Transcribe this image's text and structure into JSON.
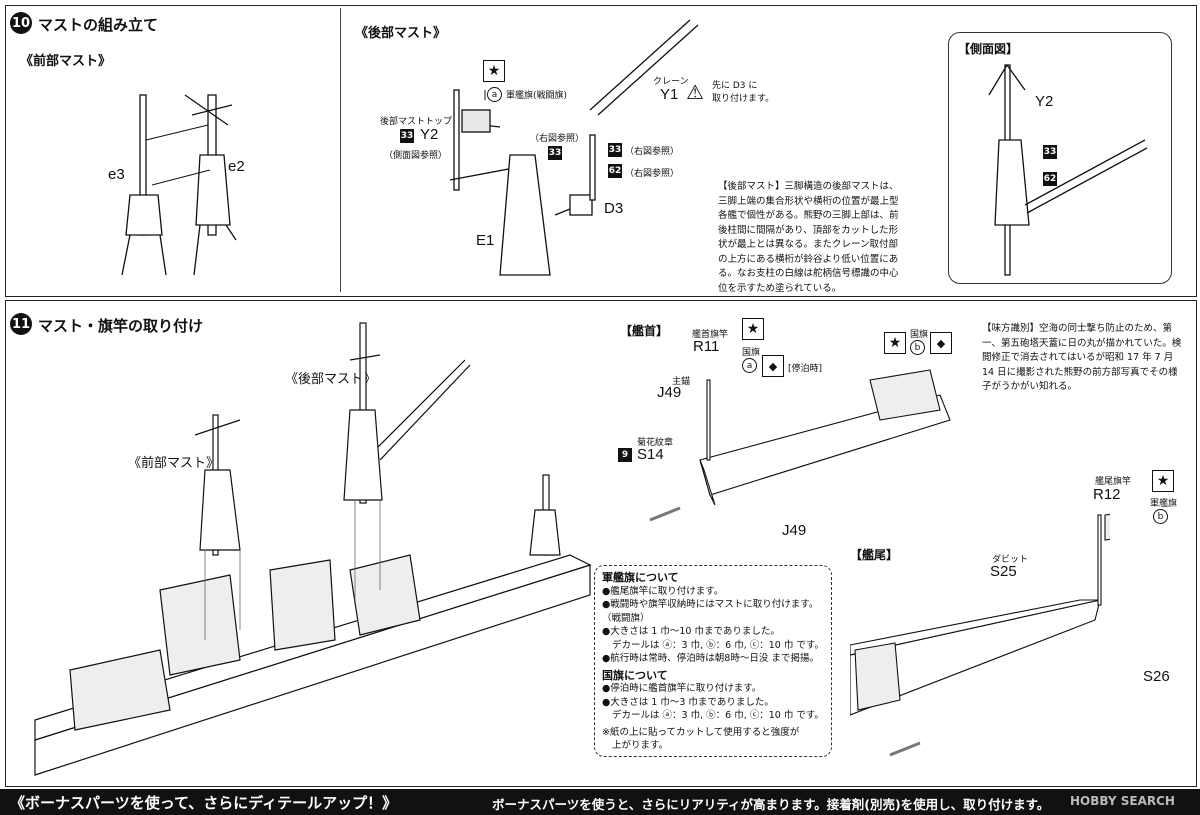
{
  "step10": {
    "number": "10",
    "title": "マストの組み立て",
    "front_mast_label": "《前部マスト》",
    "rear_mast_label": "《後部マスト》",
    "side_view_label": "【側面図】",
    "parts": {
      "e3": "e3",
      "e2": "e2",
      "mast_top_caption": "後部マストトップ",
      "y2_num": "33",
      "y2": "Y2",
      "side_ref": "（側面図参照）",
      "battle_flag_circle": "a",
      "battle_flag_caption": "軍艦旗(戦闘旗)",
      "crane_caption": "クレーン",
      "y1": "Y1",
      "y1_warning": "先に D3 に\n取り付けます。",
      "right_ref1": "（右図参照）",
      "num33": "33",
      "right_ref2": "（右図参照）",
      "num62": "62",
      "right_ref3": "（右図参照）",
      "d3": "D3",
      "e1": "E1",
      "side_y2": "Y2",
      "side_33": "33",
      "side_62": "62"
    },
    "note": "【後部マスト】三脚構造の後部マストは、三脚上端の集合形状や横桁の位置が最上型各艦で個性がある。熊野の三脚上部は、前後柱間に間隔があり、頂部をカットした形状が最上とは異なる。またクレーン取付部の上方にある横桁が鈴谷より低い位置にある。なお支柱の白線は舵柄信号標識の中心位を示すため塗られている。"
  },
  "step11": {
    "number": "11",
    "title": "マスト・旗竿の取り付け",
    "rear_mast_label": "《後部マスト》",
    "front_mast_label": "《前部マスト》",
    "bow_label": "【艦首】",
    "stern_label": "【艦尾】",
    "bow": {
      "jack_staff_caption": "艦首旗竿",
      "r11": "R11",
      "national_flag_caption": "国旗",
      "circle_a": "a",
      "anchored": "[停泊時]",
      "anchor_caption": "主錨",
      "j49": "J49",
      "crest_caption": "菊花紋章",
      "s14_num": "9",
      "s14": "S14",
      "j49b": "J49",
      "national_flag2": "国旗",
      "circle_b": "b"
    },
    "stern": {
      "stern_staff_caption": "艦尾旗竿",
      "r12": "R12",
      "ensign_caption": "軍艦旗",
      "circle_b": "b",
      "davit_caption": "ダビット",
      "s25": "S25",
      "s26": "S26"
    },
    "ally_note": "【味方識別】空海の同士撃ち防止のため、第一、第五砲塔天蓋に日の丸が描かれていた。検閲修正で消去されてはいるが昭和 17 年 7 月 14 日に撮影された熊野の前方部写真でその様子がうかがい知れる。",
    "flag_box": {
      "h1": "軍艦旗について",
      "l1": "●艦尾旗竿に取り付けます。",
      "l2": "●戦闘時や旗竿収納時にはマストに取り付けます。",
      "l3": "（戦闘旗）",
      "l4": "●大きさは 1 巾〜10 巾までありました。",
      "l5": "デカールは ⓐ：3 巾, ⓑ：6 巾, ⓒ：10 巾 です。",
      "l6": "●航行時は常時、停泊時は朝8時〜日没 まで掲揚。",
      "h2": "国旗について",
      "l7": "●停泊時に艦首旗竿に取り付けます。",
      "l8": "●大きさは 1 巾〜3 巾までありました。",
      "l9": "デカールは ⓐ：3 巾, ⓑ：6 巾, ⓒ：10 巾 です。",
      "l10": "※紙の上に貼ってカットして使用すると強度が",
      "l11": "上がります。"
    }
  },
  "bottom": {
    "left": "《ボーナスパーツを使って、さらにディテールアップ！》",
    "right": "ボーナスパーツを使うと、さらにリアリティが高まります。接着剤(別売)を使用し、取り付けます。",
    "watermark": "HOBBY SEARCH"
  }
}
